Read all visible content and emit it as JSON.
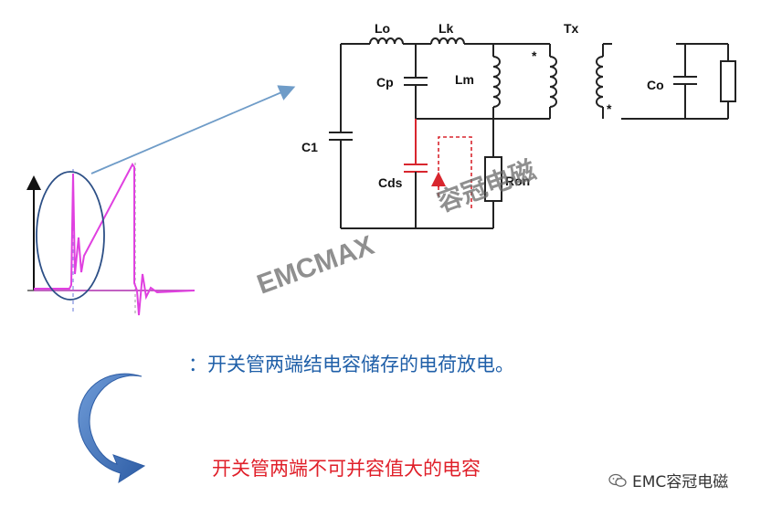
{
  "circuit": {
    "labels": {
      "lo": "Lo",
      "lk": "Lk",
      "tx": "Tx",
      "cp": "Cp",
      "lm": "Lm",
      "co": "Co",
      "c1": "C1",
      "cds": "Cds",
      "ron": "Ron",
      "dot1": "*",
      "dot2": "*"
    }
  },
  "watermarks": {
    "emcmax": "EMCMAX",
    "brand_cn": "容冠电磁"
  },
  "notes": {
    "blue": "：开关管两端结电容储存的电荷放电。",
    "red": "开关管两端不可并容值大的电容"
  },
  "footer": {
    "brand": "EMC容冠电磁"
  },
  "colors": {
    "wire": "#222222",
    "cds_branch": "#d8262e",
    "waveform": "#e040e0",
    "arrow": "#6f9cc8",
    "curved_arrow": "#3a6fb5",
    "note_blue": "#1f5fa8",
    "note_red": "#e0202a"
  }
}
